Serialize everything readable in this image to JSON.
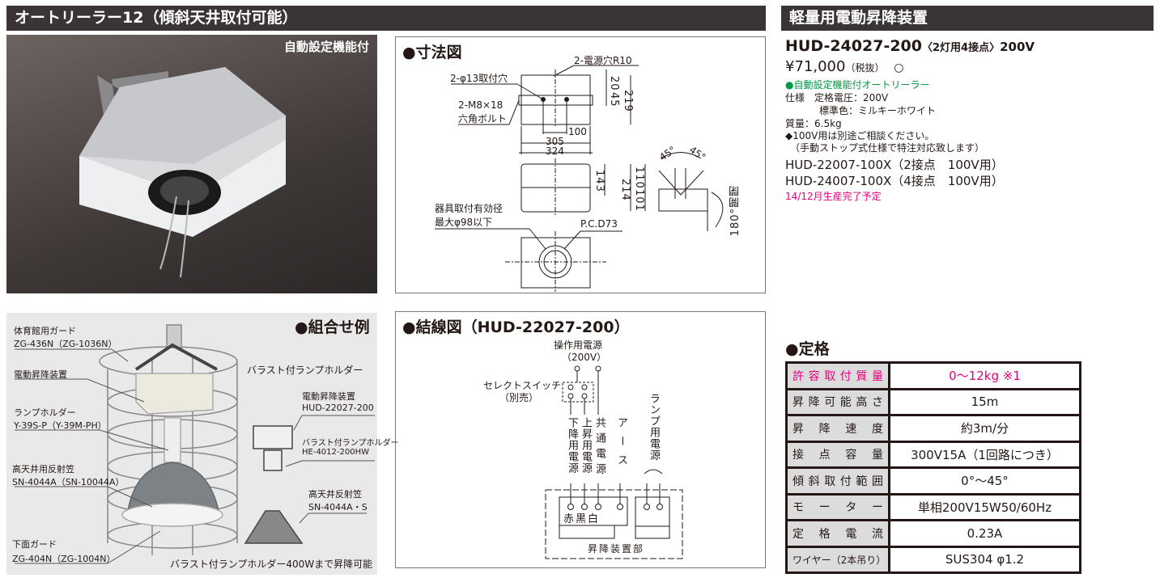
{
  "header_left": "オートリーラー12（傾斜天井取付可能）",
  "header_right": "軽量用電動昇降装置",
  "photo": {
    "label": "自動設定機能付"
  },
  "dimension": {
    "title": "●寸法図",
    "labels": {
      "power_hole": "2-電源穴R10",
      "mount_hole": "2-φ13取付穴",
      "bolt1": "2-M8×18",
      "bolt2": "六角ボルト",
      "d20": "20",
      "d45": "45",
      "d219": "219",
      "d100": "100",
      "d305": "305",
      "d324": "324",
      "d143": "143",
      "d214": "214",
      "d110": "110",
      "d101": "101",
      "a45l": "45°",
      "a45r": "45°",
      "open": "180°開閉",
      "fix1": "器具取付有効径",
      "fix2": "最大φ98以下",
      "pcd": "P.C.D73"
    }
  },
  "combo": {
    "title": "●組合せ例",
    "labels": [
      {
        "name": "体育館用ガード",
        "code": "ZG-436N（ZG-1036N）"
      },
      {
        "name": "電動昇降装置",
        "code": ""
      },
      {
        "name": "ランプホルダー",
        "code": "Y-39S-P（Y-39M-PH）"
      },
      {
        "name": "高天井用反射笠",
        "code": "SN-4044A（SN-10044A）"
      },
      {
        "name": "下面ガード",
        "code": "ZG-404N（ZG-1004N）"
      }
    ],
    "ballast_title": "バラスト付ランプホルダー",
    "right_labels": [
      {
        "name": "電動昇降装置",
        "code": "HUD-22027-200"
      },
      {
        "name": "バラスト付ランプホルダー",
        "code": "HE-4012-200HW"
      },
      {
        "name": "高天井反射笠",
        "code": "SN-4044A・S"
      }
    ],
    "caption": "バラスト付ランプホルダー400Wまで昇降可能"
  },
  "wiring": {
    "title": "●結線図（HUD-22027-200）",
    "supply": "操作用電源",
    "supply_v": "（200V）",
    "switch": "セレクトスイッチ",
    "switch_note": "（別売）",
    "down": "下降用電源",
    "up": "上昇用電源",
    "common": "共通電源",
    "earth": "アース",
    "lamp": "ランプ用電源",
    "colors": "赤黒白",
    "unit": "昇降装置部"
  },
  "product": {
    "model": "HUD-24027-200",
    "model_note": "〈2灯用4接点〉",
    "voltage": "200V",
    "price": "¥71,000",
    "tax": "（税抜）",
    "mark": "○",
    "feature": "●自動設定機能付オートリーラー",
    "spec1": "仕様　定格電圧：200V",
    "spec2": "標準色：ミルキーホワイト",
    "weight": "質量：6.5kg",
    "note1": "◆100V用は別途ご相談ください。",
    "note2": "（手動ストップ式仕様で特注対応致します）",
    "alt1": "HUD-22007-100X（2接点　100V用）",
    "alt2": "HUD-24007-100X（4接点　100V用）",
    "discontinued": "14/12月生産完了予定"
  },
  "rating": {
    "title": "●定格",
    "rows": [
      {
        "label": "許容取付質量",
        "value": "0〜12kg ※1"
      },
      {
        "label": "昇降可能高さ",
        "value": "15m"
      },
      {
        "label": "昇降速度",
        "value": "約3m/分"
      },
      {
        "label": "接点容量",
        "value": "300V15A（1回路につき）"
      },
      {
        "label": "傾斜取付範囲",
        "value": "0°〜45°"
      },
      {
        "label": "モーター",
        "value": "単相200V15W50/60Hz"
      },
      {
        "label": "定格電流",
        "value": "0.23A"
      },
      {
        "label": "ワイヤー（2本吊り）",
        "value": "SUS304 φ1.2"
      }
    ]
  },
  "colors": {
    "header": "#3b3434",
    "accent_pink": "#e4007f",
    "accent_green": "#009944"
  }
}
